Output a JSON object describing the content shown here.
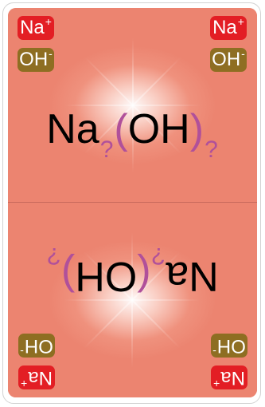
{
  "card": {
    "badges": {
      "sodium": {
        "symbol": "Na",
        "charge": "+"
      },
      "hydroxide": {
        "symbol": "OH",
        "charge": "-"
      }
    },
    "formula": {
      "element": "Na",
      "open_paren": "(",
      "group": "OH",
      "close_paren": ")",
      "unknown_subscript": "?"
    }
  },
  "colors": {
    "card_background": "#ec8470",
    "sodium_badge": "#e31e24",
    "hydroxide_badge": "#8e6e22",
    "formula_accent": "#b0509a"
  }
}
